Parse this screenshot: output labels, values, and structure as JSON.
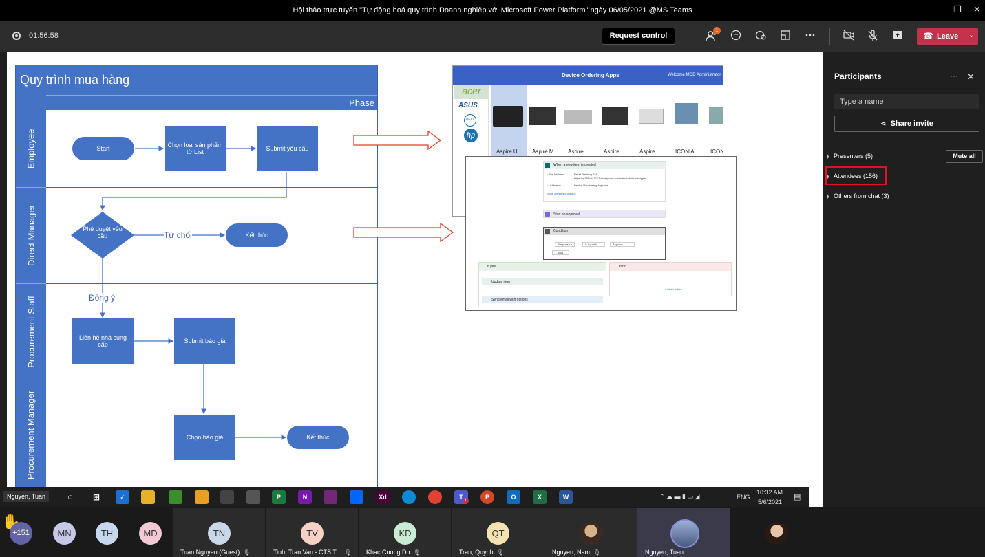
{
  "window": {
    "title": "Hội thảo trực tuyến \"Tự động hoá quy trình Doanh nghiệp với Microsoft Power Platform\" ngày 06/05/2021 @MS Teams",
    "controls": [
      "—",
      "❐",
      "✕"
    ]
  },
  "toolbar": {
    "timer": "01:56:58",
    "request_control": "Request control",
    "participants_badge": "1",
    "leave": "Leave"
  },
  "diagram": {
    "title": "Quy trình mua hàng",
    "phase": "Phase",
    "lanes": [
      "Employee",
      "Direct Manager",
      "Procurement Staff",
      "Procurement Manager"
    ],
    "nodes": {
      "start": "Start",
      "choose": "Chọn loại sản phẩm từ List",
      "submit": "Submit yêu cầu",
      "approve": "Phê duyệt yêu cầu",
      "end1": "Kết thúc",
      "contact": "Liên hệ nhà cung cấp",
      "quote": "Submit báo giá",
      "select_quote": "Chọn báo giá",
      "end2": "Kết thúc"
    },
    "labels": {
      "reject": "Từ chối",
      "agree": "Đồng ý"
    }
  },
  "app_shot": {
    "title": "Device Ordering Apps",
    "welcome": "Welcome MOD Administrator",
    "brands": [
      "acer",
      "ASUS",
      "DELL",
      "hp"
    ],
    "products": [
      "Aspire U",
      "Aspire M",
      "Aspire",
      "Aspire",
      "Aspire",
      "ICONIA",
      "ICON"
    ]
  },
  "flow_shot": {
    "trigger": "When a new item is created",
    "site_label": "* Site Address",
    "site_value": "Retail Banking PM",
    "site_url": "https://m365x143717.sharepoint.com/sites/retailbankingpm",
    "list_label": "* List Name",
    "list_value": "Device Purchasing Approval",
    "advanced": "Show advanced options",
    "approval": "Start an approval",
    "condition": "Condition",
    "cond_left": "Response ×",
    "cond_op": "is equal to",
    "cond_right": "Approve",
    "add": "Add",
    "if_yes": "If yes",
    "if_no": "If no",
    "update": "Update item",
    "send": "Send email with options",
    "add_action": "Add an action"
  },
  "panel": {
    "title": "Participants",
    "search_placeholder": "Type a name",
    "share_invite": "Share invite",
    "presenters": "Presenters (5)",
    "mute_all": "Mute all",
    "attendees": "Attendees (156)",
    "others": "Others from chat (3)"
  },
  "taskbar": {
    "presenter_name": "Nguyen, Tuan",
    "lang": "ENG",
    "time": "10:32 AM",
    "date": "5/6/2021",
    "teams_badge": "1"
  },
  "gallery": {
    "more_count": "+151",
    "avatars": [
      "MN",
      "TH",
      "MD"
    ],
    "tiles": [
      {
        "initials": "TN",
        "name": "Tuan Nguyen (Guest)"
      },
      {
        "initials": "TV",
        "name": "Tinh. Tran Van - CTS T..."
      },
      {
        "initials": "KD",
        "name": "Khac Cuong Do"
      },
      {
        "initials": "QT",
        "name": "Tran, Quynh"
      },
      {
        "initials": "",
        "name": "Nguyen, Nam"
      },
      {
        "initials": "",
        "name": "Nguyen, Tuan"
      }
    ]
  },
  "colors": {
    "accent": "#4472c4",
    "leave": "#c4314b",
    "highlight": "#e8101e"
  }
}
